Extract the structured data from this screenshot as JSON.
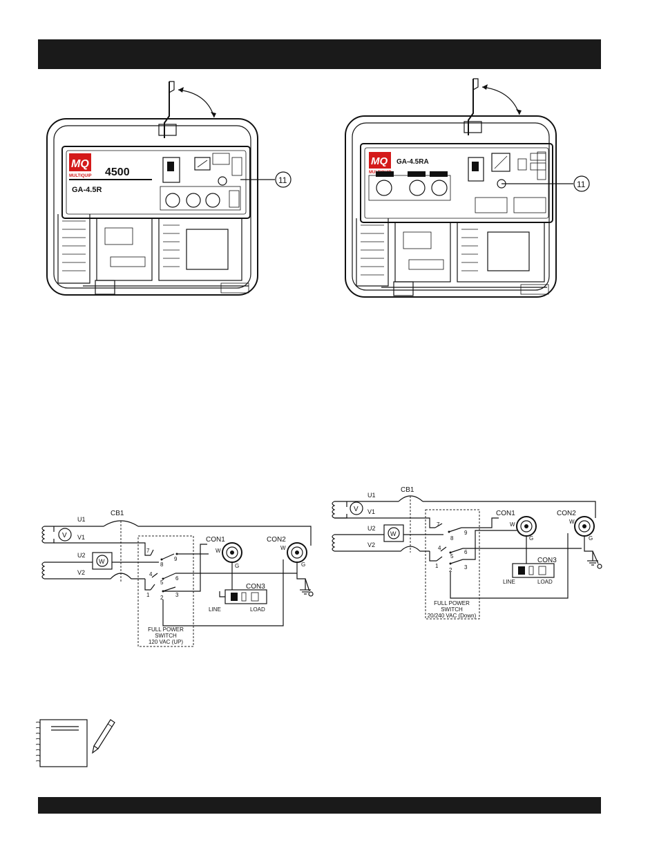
{
  "left_generator": {
    "brand": "MQ",
    "brand_name": "MULTIQUIP",
    "model_number": "4500",
    "model_name": "GA-4.5R",
    "callout": "11"
  },
  "right_generator": {
    "brand": "MQ",
    "brand_name": "MULTIQUIP",
    "model_name": "GA-4.5RA",
    "callout": "11"
  },
  "left_schematic": {
    "labels": {
      "u1": "U1",
      "v1": "V1",
      "u2": "U2",
      "v2": "V2",
      "cb1": "CB1",
      "con1": "CON1",
      "con2": "CON2",
      "con3": "CON3",
      "line": "LINE",
      "load": "LOAD",
      "v_meter": "V",
      "w_meter": "W",
      "w1": "W",
      "g1": "G",
      "w2": "W",
      "g2": "G",
      "t1": "1",
      "t2": "2",
      "t3": "3",
      "t4": "4",
      "t5": "5",
      "t6": "6",
      "t7": "7",
      "t8": "8",
      "t9": "9"
    },
    "switch_line1": "FULL POWER",
    "switch_line2": "SWITCH",
    "switch_line3": "120 VAC (UP)"
  },
  "right_schematic": {
    "labels": {
      "u1": "U1",
      "v1": "V1",
      "u2": "U2",
      "v2": "V2",
      "cb1": "CB1",
      "con1": "CON1",
      "con2": "CON2",
      "con3": "CON3",
      "line": "LINE",
      "load": "LOAD",
      "v_meter": "V",
      "w_meter": "W",
      "w1": "W",
      "g1": "G",
      "w2": "W",
      "g2": "G",
      "t1": "1",
      "t2": "2",
      "t3": "3",
      "t4": "4",
      "t5": "5",
      "t6": "6",
      "t7": "7",
      "t8": "8",
      "t9": "9"
    },
    "switch_line1": "FULL POWER",
    "switch_line2": "SWITCH",
    "switch_line3": "20/240 VAC (Down)"
  }
}
